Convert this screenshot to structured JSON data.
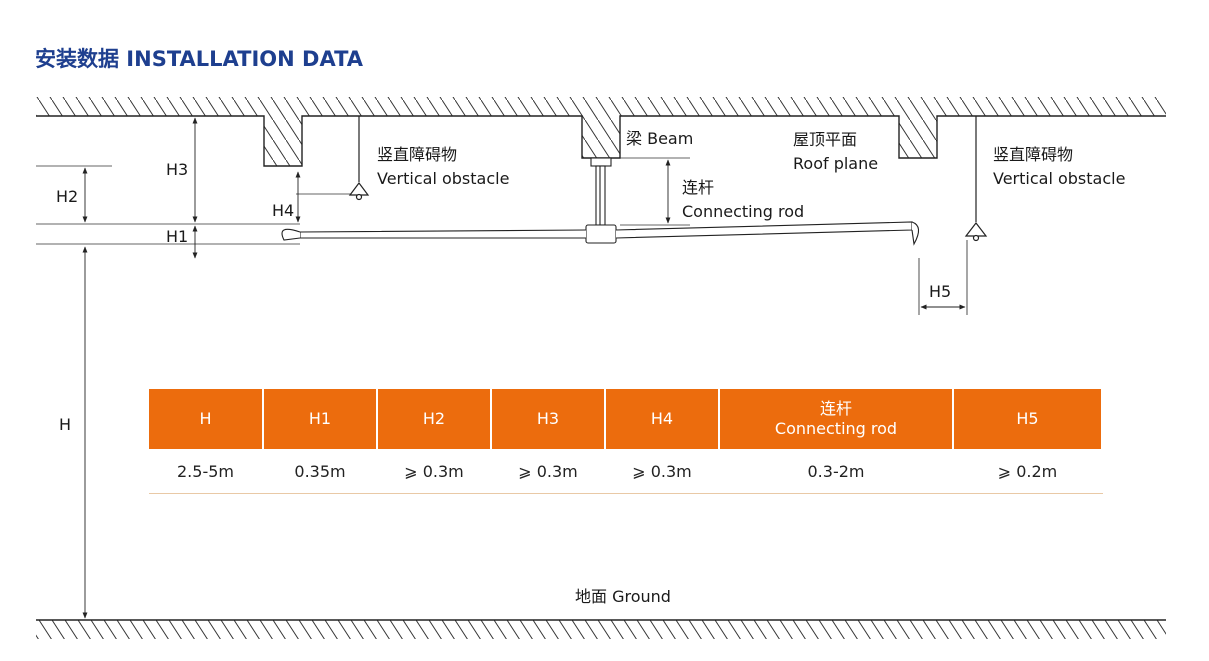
{
  "title": "安装数据 INSTALLATION DATA",
  "diagram": {
    "labels": {
      "H3": "H3",
      "H2": "H2",
      "H4": "H4",
      "H1": "H1",
      "H": "H",
      "H5": "H5",
      "obstacle_left_cn": "竖直障碍物",
      "obstacle_left_en": "Vertical obstacle",
      "beam": "梁 Beam",
      "rod_cn": "连杆",
      "rod_en": "Connecting rod",
      "roof_cn": "屋顶平面",
      "roof_en": "Roof plane",
      "obstacle_right_cn": "竖直障碍物",
      "obstacle_right_en": "Vertical obstacle",
      "ground": "地面 Ground"
    }
  },
  "table": {
    "headers": [
      {
        "line1": "H",
        "line2": ""
      },
      {
        "line1": "H1",
        "line2": ""
      },
      {
        "line1": "H2",
        "line2": ""
      },
      {
        "line1": "H3",
        "line2": ""
      },
      {
        "line1": "H4",
        "line2": ""
      },
      {
        "line1": "连杆",
        "line2": "Connecting rod"
      },
      {
        "line1": "H5",
        "line2": ""
      }
    ],
    "values": [
      "2.5-5m",
      "0.35m",
      "⩾ 0.3m",
      "⩾ 0.3m",
      "⩾ 0.3m",
      "0.3-2m",
      "⩾ 0.2m"
    ]
  },
  "colors": {
    "title": "#1e3f8f",
    "header_bg": "#ec6c0d",
    "header_text": "#ffffff",
    "row_border": "#e9c9a6"
  }
}
